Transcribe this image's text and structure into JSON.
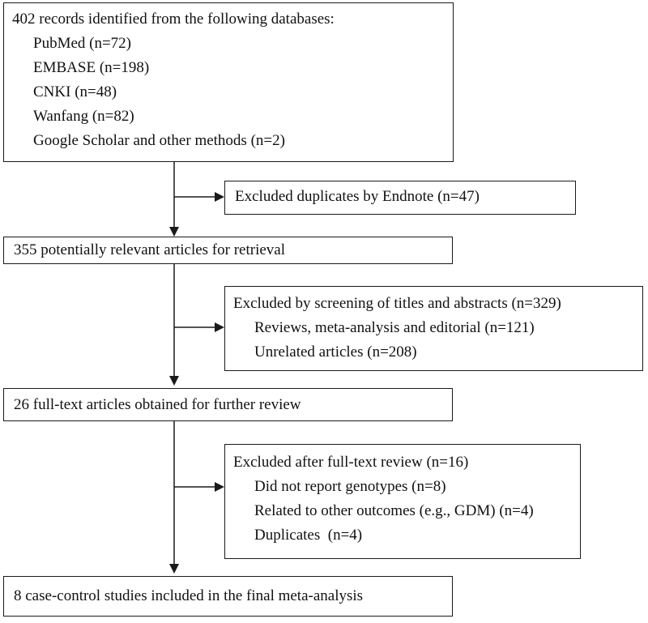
{
  "identification": {
    "header": "402 records identified from the following databases:",
    "sources": [
      "PubMed (n=72)",
      "EMBASE (n=198)",
      "CNKI (n=48)",
      "Wanfang (n=82)",
      "Google Scholar and other methods (n=2)"
    ]
  },
  "duplicates_excluded": {
    "text": "Excluded duplicates by Endnote (n=47)"
  },
  "retrieval": {
    "text": "355 potentially relevant articles for retrieval"
  },
  "screening_excluded": {
    "header": "Excluded by screening of titles and abstracts (n=329)",
    "reasons": [
      "Reviews, meta-analysis and editorial (n=121)",
      "Unrelated articles (n=208)"
    ]
  },
  "full_text": {
    "text": "26 full-text articles obtained for further review"
  },
  "full_text_excluded": {
    "header": "Excluded after full-text review (n=16)",
    "reasons": [
      "Did not report genotypes (n=8)",
      "Related to other outcomes (e.g., GDM) (n=4)",
      "Duplicates  (n=4)"
    ]
  },
  "included": {
    "text": "8 case-control studies included in the final meta-analysis"
  }
}
